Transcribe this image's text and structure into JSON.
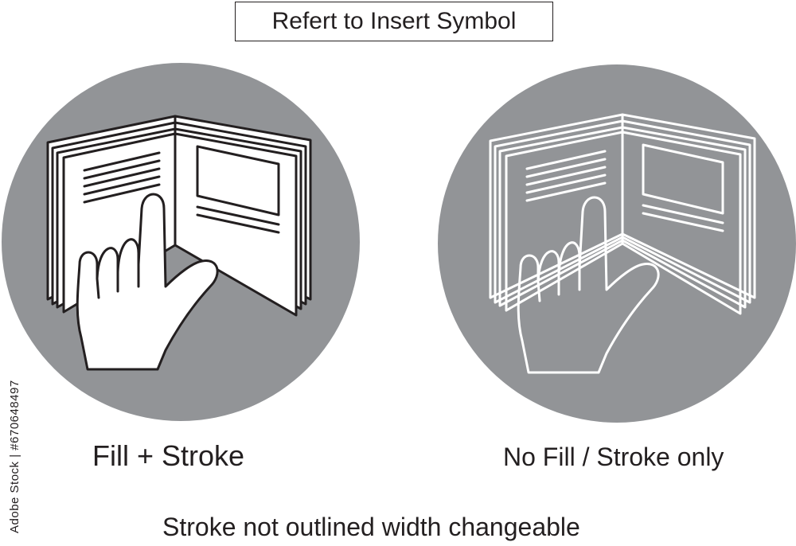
{
  "title": "Refert to Insert Symbol",
  "symbols": [
    {
      "caption": "Fill + Stroke",
      "icon": "book-hand-pointing-icon",
      "variant": "fill-stroke"
    },
    {
      "caption": "No Fill / Stroke only",
      "icon": "book-hand-pointing-icon",
      "variant": "stroke-only"
    }
  ],
  "footer_caption": "Stroke not outlined width changeable",
  "stock_id": "Adobe Stock | #670648497",
  "colors": {
    "circle": "#929497",
    "outline_dark": "#231f20",
    "fill_white": "#ffffff",
    "text": "#231f20"
  }
}
